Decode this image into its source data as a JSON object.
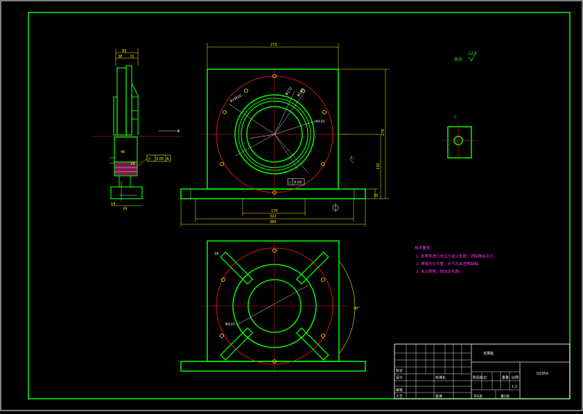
{
  "side_view": {
    "section_mark": "A",
    "dims": [
      "93",
      "38",
      "72",
      "24",
      "14",
      "46",
      "18"
    ],
    "tolerance": {
      "symbol": "//",
      "value": "0.05",
      "datum": "A"
    }
  },
  "front_view": {
    "section_mark": "A",
    "dims": {
      "width": "272",
      "height": "270",
      "center_height": "142",
      "base_thickness": "20",
      "hole_spacing": "170",
      "bolt_spacing": "322",
      "base_length": "380"
    },
    "notes": {
      "holes": "8×M10",
      "dia_1": "Φ172",
      "dia_2": "Φ160",
      "dia_3": "Φ110"
    },
    "flatness": {
      "symbol": "▱",
      "value": "0.03"
    }
  },
  "roughness": {
    "label": "其余",
    "value": "12.5"
  },
  "detail_view": {
    "label": "C"
  },
  "top_view": {
    "note_dia": "Φ110",
    "note_rib": "16",
    "angle": "90°"
  },
  "tech_requirements": {
    "title": "技术要求:",
    "items": [
      "1. 本零件进行去应力退火处理，消除残余应力。",
      "2. 焊缝均匀平整，无气孔夹渣等缺陷。",
      "3. 未注倒角，锐边去毛刺。"
    ]
  },
  "title_block": {
    "part_name": "支撑座",
    "material": "Q235A",
    "row_labels": [
      "标记",
      "设计",
      "审核",
      "工艺",
      "标准化",
      "批准"
    ],
    "stage_label": "阶段标记",
    "weight_label": "重量",
    "scale_label": "比例",
    "scale_value": "1:2",
    "sheets_total": "共1张",
    "sheet_number": "第1张"
  }
}
